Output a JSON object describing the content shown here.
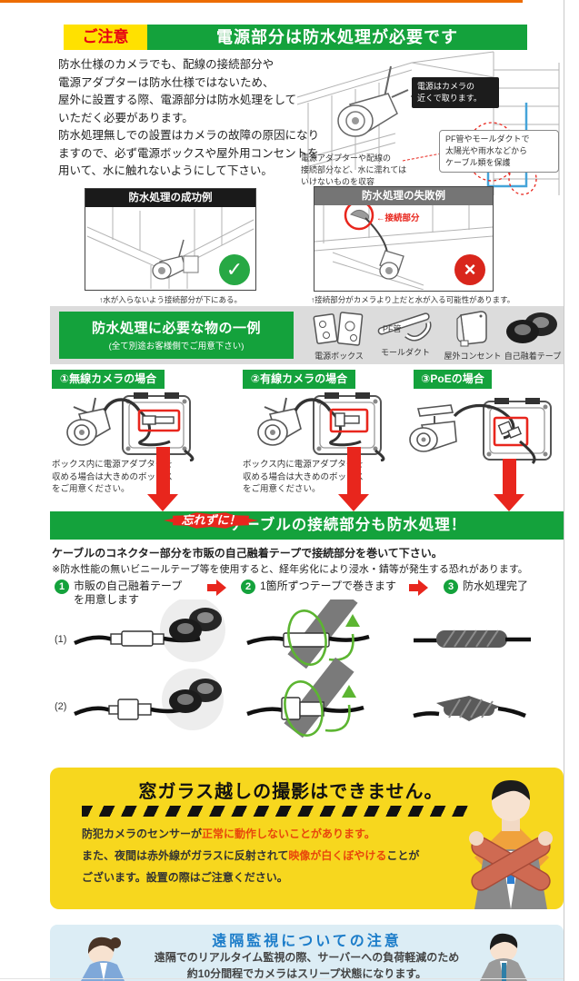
{
  "header": {
    "notice": "ご注意",
    "title": "電源部分は防水処理が必要です"
  },
  "intro": {
    "lines": [
      "防水仕様のカメラでも、配線の接続部分や",
      "電源アダプターは防水仕様ではないため、",
      "屋外に設置する際、電源部分は防水処理をして",
      "いただく必要があります。",
      "防水処理無しでの設置はカメラの故障の原因になり",
      "ますので、必ず電源ボックスや屋外用コンセントを",
      "用いて、水に触れないようにして下さい。"
    ]
  },
  "house": {
    "callout_power_1": "電源はカメラの",
    "callout_power_2": "近くで取ります。",
    "callout_pf_1": "PF管やモールダクトで",
    "callout_pf_2": "太陽光や雨水などから",
    "callout_pf_3": "ケーブル類を保護",
    "callout_adapter_1": "電源アダプターや配線の",
    "callout_adapter_2": "接続部分など、水に濡れては",
    "callout_adapter_3": "いけないものを収容"
  },
  "examples": {
    "success_title": "防水処理の成功例",
    "success_caption": "↑水が入らないよう接続部分が下にある。",
    "success_mark": "✓",
    "failure_title": "防水処理の失敗例",
    "failure_caption": "↑接続部分がカメラより上だと水が入る可能性があります。",
    "failure_pointer": "←接続部分",
    "failure_mark": "×"
  },
  "materials": {
    "title": "防水処理に必要な物の一例",
    "subtitle": "(全て別途お客様側でご用意下さい)",
    "item_power_box": "電源ボックス",
    "item_pf_pipe": "PF管",
    "item_mole_duct": "モールダクト",
    "item_outdoor_outlet": "屋外コンセント",
    "item_fusion_tape": "自己融着テープ"
  },
  "cases": {
    "wireless_label": "①無線カメラの場合",
    "wired_label": "②有線カメラの場合",
    "poe_label": "③PoEの場合",
    "box_note_1": "ボックス内に電源アダプターを",
    "box_note_2": "収める場合は大きめのボックス",
    "box_note_3": "をご用意ください。"
  },
  "cable": {
    "badge": "忘れずに！",
    "title": "ケーブルの接続部分も防水処理！",
    "desc1": "ケーブルのコネクター部分を市販の自己融着テープで接続部分を巻いて下さい。",
    "desc2": "※防水性能の無いビニールテープ等を使用すると、経年劣化により浸水・錆等が発生する恐れがあります。",
    "step1_num": "1",
    "step1_line1": "市販の自己融着テープ",
    "step1_line2": "を用意します",
    "step2_num": "2",
    "step2_text": "1箇所ずつテープで巻きます",
    "step3_num": "3",
    "step3_text": "防水処理完了",
    "row1_label": "(1)",
    "row2_label": "(2)"
  },
  "glass": {
    "title": "窓ガラス越しの撮影はできません。",
    "l1_black": "防犯カメラのセンサーが",
    "l1_red": "正常に動作しないことがあります。",
    "l2_black": "また、夜間は赤外線がガラスに反射されて",
    "l2_red": "映像が白くぼやける",
    "l2_black2": "ことが",
    "l3": "ございます。設置の際はご注意ください。"
  },
  "remote": {
    "title": "遠隔監視についての注意",
    "line1": "遠隔でのリアルタイム監視の際、サーバーへの負荷軽減のため",
    "line2": "約10分間程でカメラはスリープ状態になります。"
  },
  "colors": {
    "banner_green": "#14a23c",
    "notice_badge_yellow": "#ffe100",
    "notice_text_red": "#e60012",
    "warning_box_yellow": "#f7d71e",
    "warning_text_red": "#e8470b",
    "remote_title_blue": "#1b7cc9",
    "remote_bg_blue": "#dcedf5",
    "arrow_red": "#e8261d",
    "materials_band_gray": "#dcdcdc",
    "top_bar_orange": "#ed6c00"
  }
}
